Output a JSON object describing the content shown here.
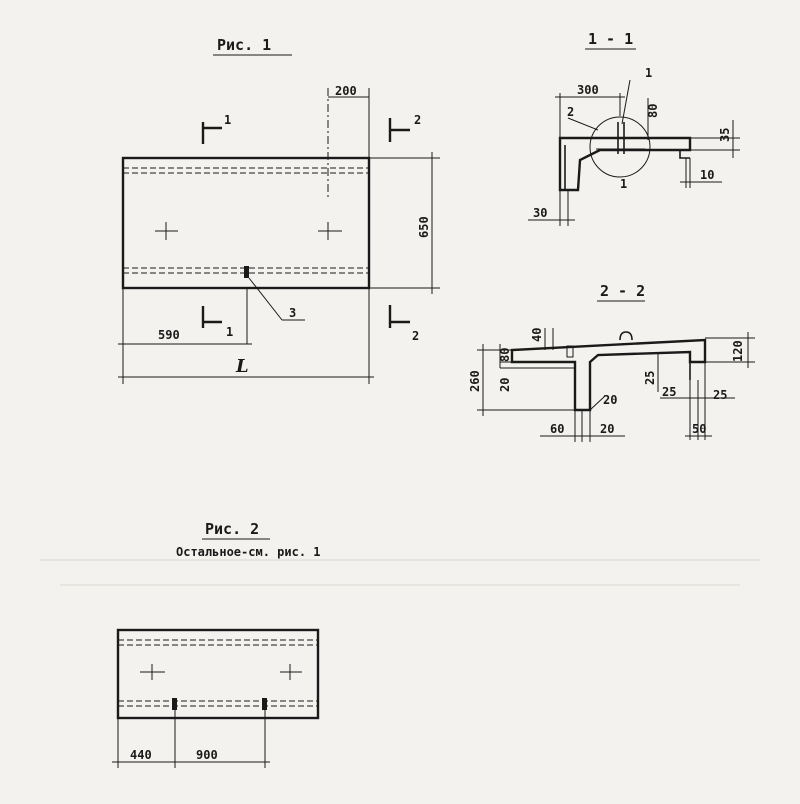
{
  "fig1": {
    "title": "Рис. 1",
    "dim_top": "200",
    "dim_height": "650",
    "dim_left": "590",
    "dim_length": "L",
    "section1": "1",
    "section2": "2",
    "callout": "3"
  },
  "sec11": {
    "title": "1 - 1",
    "dim_width": "300",
    "dim_80": "80",
    "dim_35": "35",
    "dim_10": "10",
    "dim_30": "30",
    "callout1": "1",
    "callout2": "2"
  },
  "sec22": {
    "title": "2 - 2",
    "dim_40": "40",
    "dim_120": "120",
    "dim_260": "260",
    "dim_80": "80",
    "dim_20_left": "20",
    "dim_25_mid": "25",
    "dim_25_a": "25",
    "dim_25_b": "25",
    "dim_20_a": "20",
    "dim_60": "60",
    "dim_20_b": "20",
    "dim_50": "50"
  },
  "fig2": {
    "title": "Рис. 2",
    "note": "Остальное-см. рис. 1",
    "dim_440": "440",
    "dim_900": "900"
  }
}
